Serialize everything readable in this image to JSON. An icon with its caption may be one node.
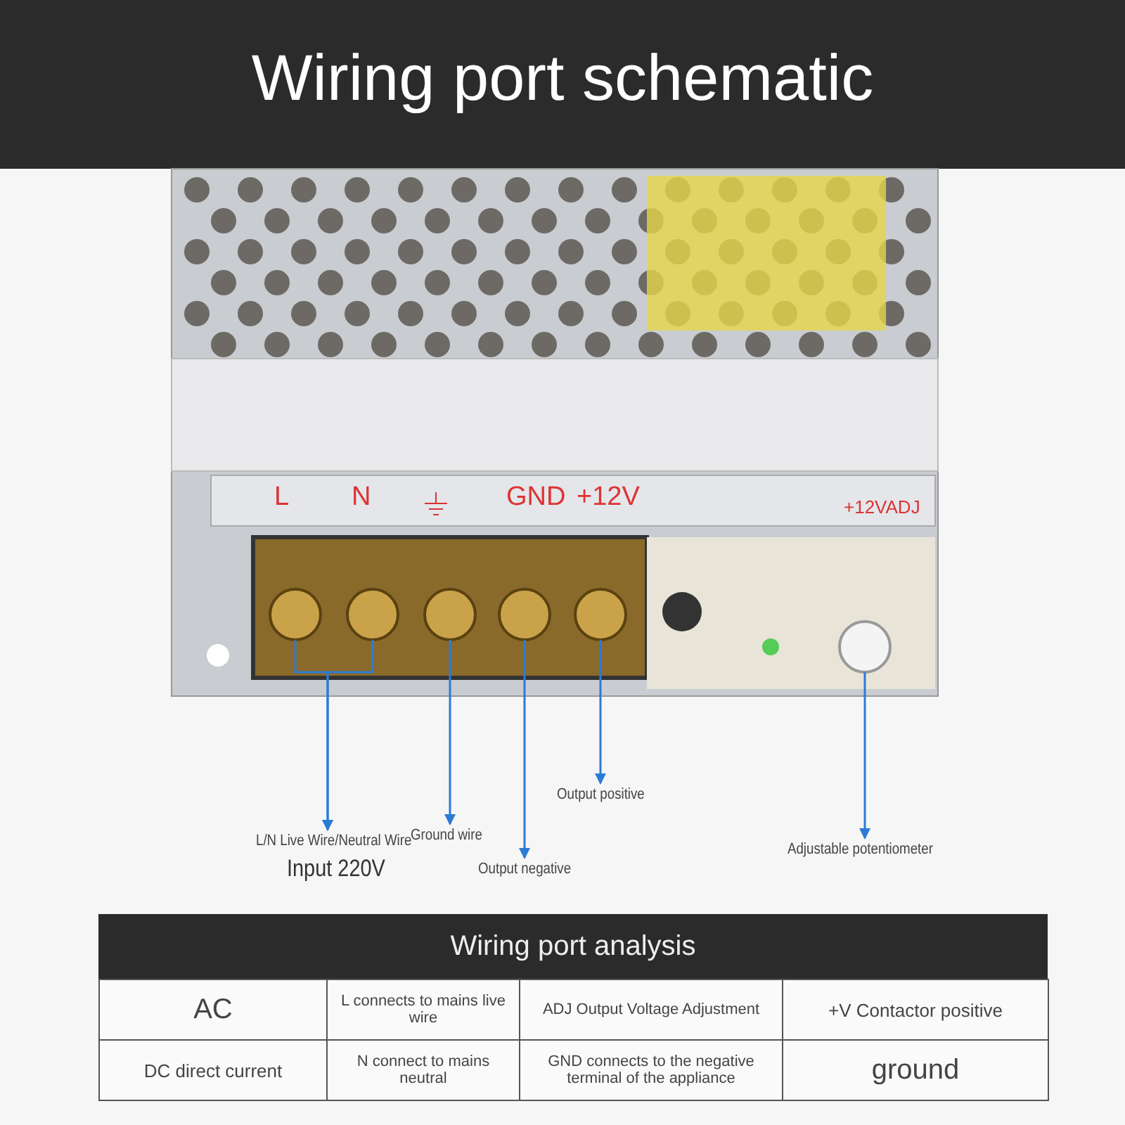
{
  "diagram": {
    "title": "Wiring port schematic",
    "nodes": [
      {
        "text": [
          "L/N Live Wire/Neutral Wire",
          "Input 220V"
        ]
      },
      {
        "text": [
          "Ground wire"
        ]
      },
      {
        "text": [
          "Output negative"
        ]
      },
      {
        "text": [
          "Output positive"
        ]
      },
      {
        "text": [
          "Adjustable potentiometer"
        ]
      },
      {
        "text": [],
        "shape": "circle"
      },
      {
        "text": [],
        "shape": "circle"
      },
      {
        "text": [],
        "shape": "circle"
      },
      {
        "text": [],
        "shape": "circle"
      },
      {
        "text": [],
        "shape": "circle"
      },
      {
        "text": [],
        "shape": "circle"
      }
    ],
    "edges": [
      {
        "from": 5,
        "to": 0,
        "arrow": "to"
      },
      {
        "from": 6,
        "to": 0,
        "arrow": "to"
      },
      {
        "from": 7,
        "to": 1,
        "arrow": "to"
      },
      {
        "from": 8,
        "to": 2,
        "arrow": "to"
      },
      {
        "from": 9,
        "to": 3,
        "arrow": "to"
      },
      {
        "from": 10,
        "to": 4,
        "arrow": "to"
      }
    ],
    "labels": [
      "L",
      "N",
      "GND",
      "+12V",
      "+12VADJ",
      "Wiring port analysis",
      "AC",
      "L connects to mains live wire",
      "ADJ Output Voltage Adjustment",
      "+V Contactor positive",
      "DC direct current",
      "N connect to mains neutral",
      "GND connects to the negative terminal of the appliance",
      "ground"
    ]
  }
}
